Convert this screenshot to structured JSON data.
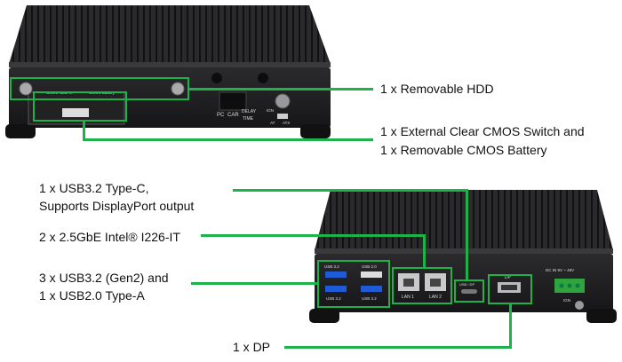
{
  "callouts": {
    "hdd": "1 x Removable HDD",
    "cmos_1": "1 x External Clear CMOS Switch and",
    "cmos_2": "1 x Removable CMOS Battery",
    "typec_1": "1 x USB3.2 Type-C,",
    "typec_2": "Supports DisplayPort output",
    "lan": "2 x 2.5GbE Intel® I226-IT",
    "usb_1": "3 x USB3.2 (Gen2) and",
    "usb_2": "1 x USB2.0 Type-A",
    "dp": "1 x DP"
  },
  "device_labels": {
    "cmos_clear": "CMOS CLEAR",
    "cmos_battery": "CMOS Battery",
    "pc": "PC",
    "car": "CAR",
    "delay": "DELAY",
    "time": "TIME",
    "ign": "IGN",
    "at": "AT",
    "atx": "ATX",
    "usb32_a": "USB 3.2",
    "usb20": "USB 2.0",
    "usb32_b": "USB 3.2",
    "usb32_c": "USB 3.2",
    "lan1": "LAN 1",
    "lan2": "LAN 2",
    "usbdp": "USB / DP",
    "dp": "DP",
    "dcin": "DC IN  9V ~ 48V",
    "ign2": "IGN"
  },
  "colors": {
    "accent": "#1db34a",
    "chassis": "#1d1d1f",
    "text": "#111111"
  }
}
